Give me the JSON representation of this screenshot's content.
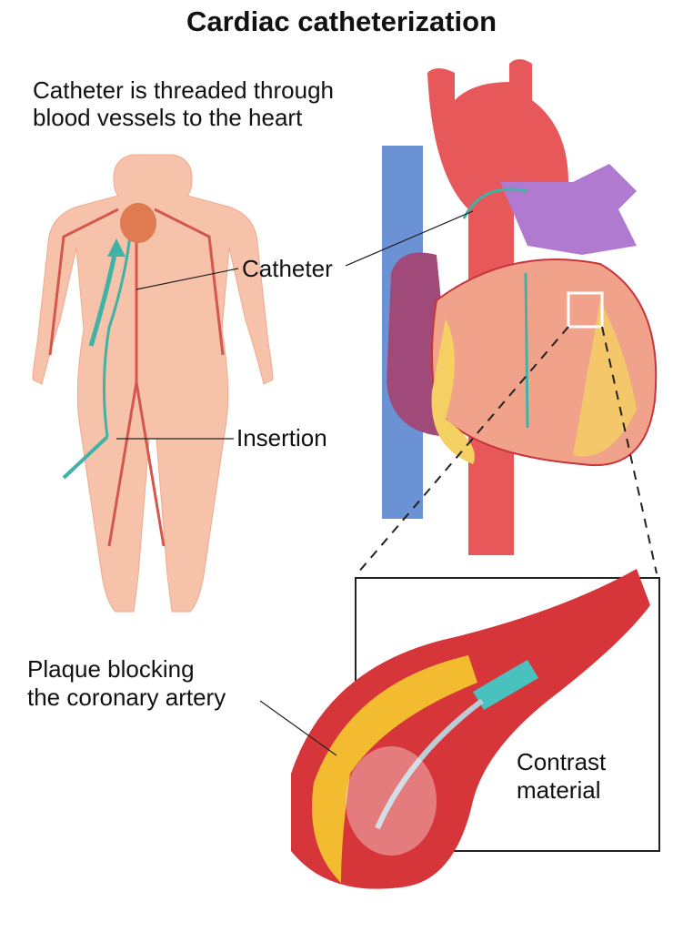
{
  "title": "Cardiac catheterization",
  "intro": {
    "line1": "Catheter is threaded through",
    "line2": "blood vessels to the heart"
  },
  "labels": {
    "catheter": "Catheter",
    "insertion": "Insertion",
    "plaque_line1": "Plaque blocking",
    "plaque_line2": "the coronary artery",
    "contrast_line1": "Contrast",
    "contrast_line2": "material"
  },
  "colors": {
    "skin": "#f6b9a0",
    "artery": "#d9463e",
    "vein": "#5a86c8",
    "catheter": "#3fb3a6",
    "plaque": "#f2c23a"
  }
}
